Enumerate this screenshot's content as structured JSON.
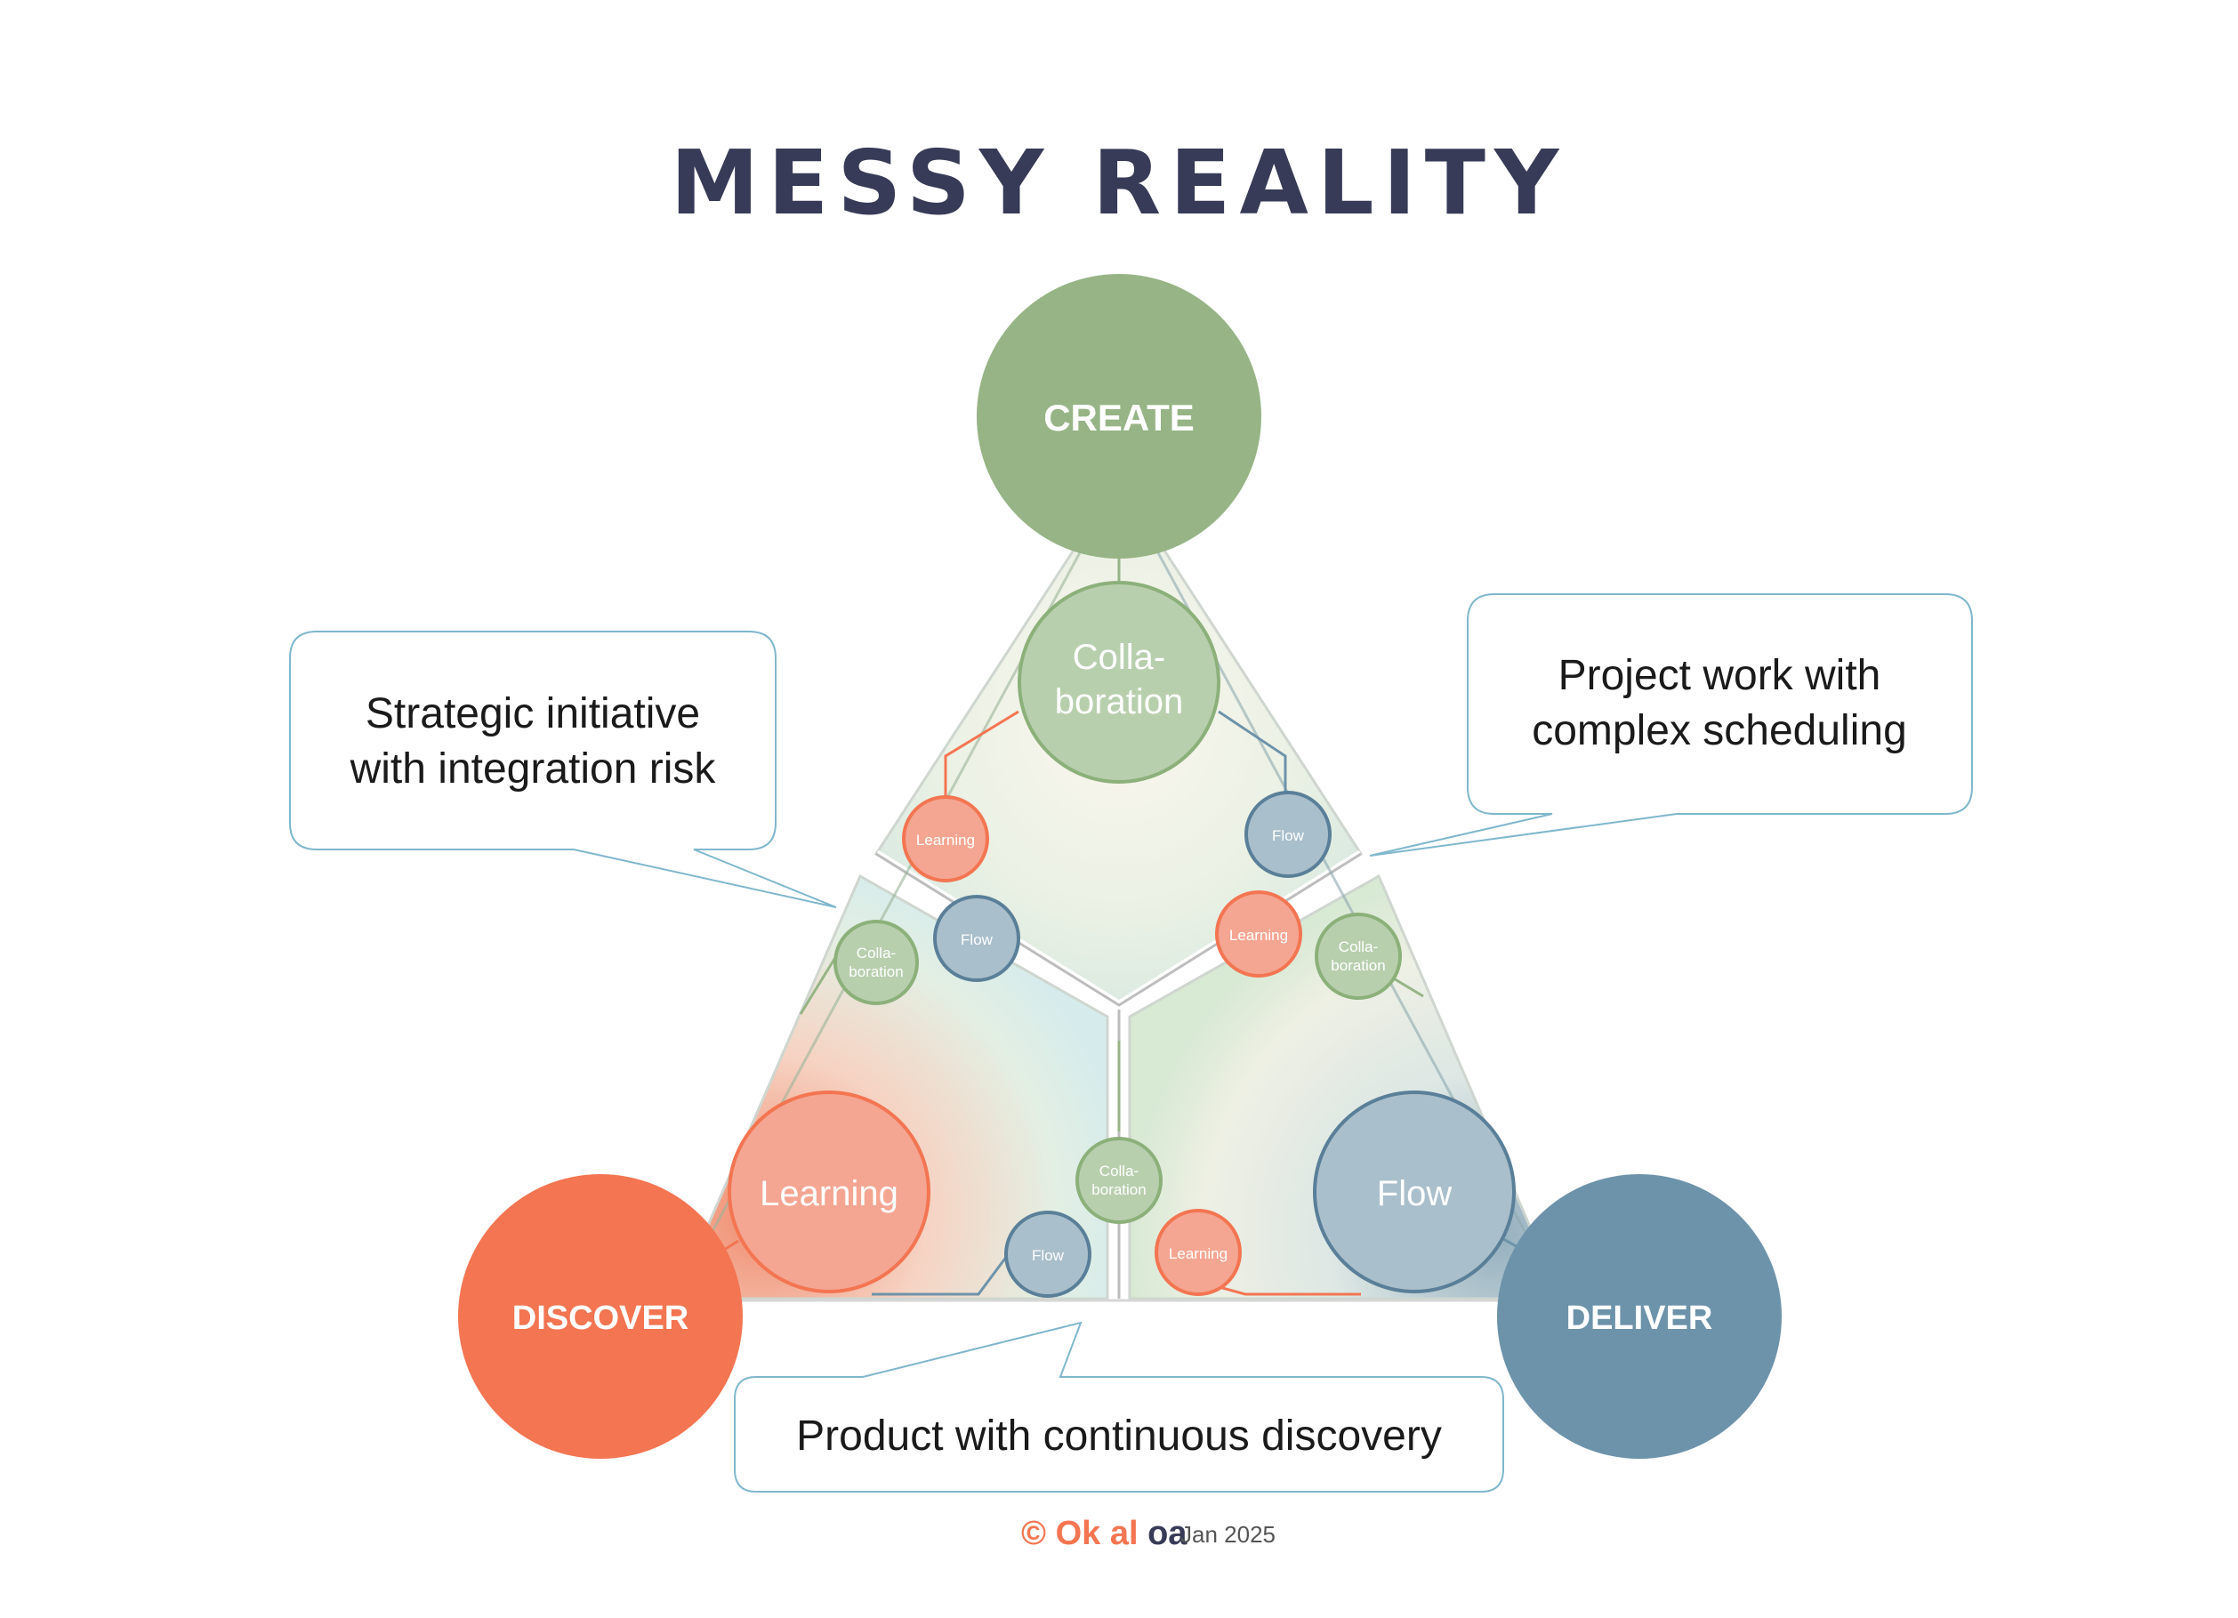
{
  "title": "MESSY REALITY",
  "hubs": {
    "create": "CREATE",
    "discover": "DISCOVER",
    "deliver": "DELIVER"
  },
  "colors": {
    "create": "#96b485",
    "discover": "#f37551",
    "deliver": "#6d93aa",
    "title": "#383b57",
    "learning": "#f4a692",
    "flow": "#a9bfcb",
    "collaboration": "#b8cfae"
  },
  "top_segment": {
    "collab_line1": "Colla-",
    "collab_line2": "boration",
    "learning": "Learning",
    "flow": "Flow"
  },
  "left_segment": {
    "collab_line1": "Colla-",
    "collab_line2": "boration",
    "flow_top": "Flow",
    "learning": "Learning",
    "flow_bottom": "Flow"
  },
  "right_segment": {
    "learning_top": "Learning",
    "collab_line1": "Colla-",
    "collab_line2": "boration",
    "flow": "Flow",
    "learning_bottom": "Learning"
  },
  "center_bottom": {
    "collab_line1": "Colla-",
    "collab_line2": "boration"
  },
  "callouts": {
    "left_line1": "Strategic initiative",
    "left_line2": "with integration risk",
    "right_line1": "Project work with",
    "right_line2": "complex scheduling",
    "bottom": "Product with continuous discovery"
  },
  "footer": {
    "copyright": "©",
    "brand_prefix": "Ok",
    "brand_mid": "al",
    "brand_suffix": "oa",
    "date": "Jan 2025"
  }
}
